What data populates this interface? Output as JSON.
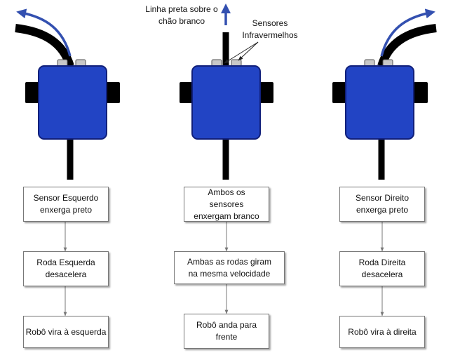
{
  "annotations": {
    "line_label": "Linha preta sobre o chão branco",
    "sensors_label": "Sensores Infravermelhos"
  },
  "columns": [
    {
      "id": "left",
      "steps": [
        "Sensor Esquerdo enxerga preto",
        "Roda Esquerda desacelera",
        "Robô vira à esquerda"
      ]
    },
    {
      "id": "center",
      "steps": [
        "Ambos os sensores enxergam branco",
        "Ambas as rodas giram na mesma velocidade",
        "Robô anda para frente"
      ]
    },
    {
      "id": "right",
      "steps": [
        "Sensor Direito enxerga preto",
        "Roda Direita desacelera",
        "Robô vira à direita"
      ]
    }
  ],
  "colors": {
    "robot_body": "#2244c4",
    "robot_outline": "#11207a",
    "line": "#000000",
    "arrow": "#3350b0",
    "sensor": "#c8c8c8"
  }
}
